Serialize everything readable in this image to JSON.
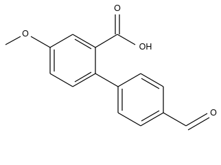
{
  "structure": {
    "atom_labels": {
      "methoxy_oxygen": "O",
      "carboxyl_oxygen": "O",
      "hydroxyl": "OH",
      "aldehyde_oxygen": "O"
    },
    "colors": {
      "bond": "#000000",
      "background": "#ffffff"
    }
  }
}
